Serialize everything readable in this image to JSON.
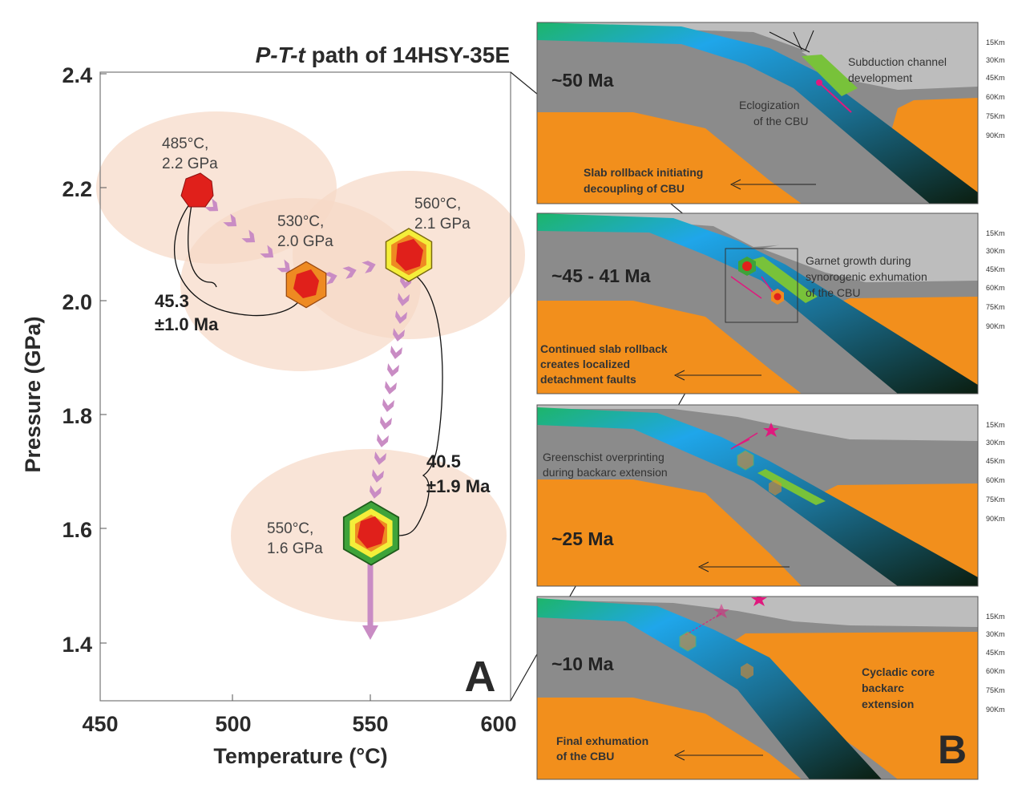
{
  "panel_a": {
    "title_italic": "P-T-t",
    "title_rest": " path of 14HSY-35E",
    "letter": "A",
    "xlabel": "Temperature (°C)",
    "ylabel": "Pressure (GPa)",
    "xticks": [
      "450",
      "500",
      "550",
      "600"
    ],
    "yticks": [
      "2.4",
      "2.2",
      "2.0",
      "1.8",
      "1.6",
      "1.4"
    ],
    "points": [
      {
        "t": "485°C,",
        "p": "2.2 GPa"
      },
      {
        "t": "530°C,",
        "p": "2.0 GPa"
      },
      {
        "t": "560°C,",
        "p": "2.1 GPa"
      },
      {
        "t": "550°C,",
        "p": "1.6 GPa"
      }
    ],
    "ages": [
      {
        "age": "45.3",
        "err": "±1.0 Ma"
      },
      {
        "age": "40.5",
        "err": "±1.9 Ma"
      }
    ],
    "colors": {
      "ellipse": "#f7d9c6",
      "arrow": "#c98cc4",
      "red": "#e0201b",
      "orange": "#ee8a22",
      "yellow": "#f4ee3a",
      "green": "#3ea33a"
    }
  },
  "panel_b": {
    "letter": "B",
    "depths": [
      "15Km",
      "30Km",
      "45Km",
      "60Km",
      "75Km",
      "90Km"
    ],
    "panels": [
      {
        "age": "~50 Ma",
        "labels": [
          "Subduction channel",
          "development",
          "Eclogization",
          "of the CBU",
          "Slab rollback initiating",
          "decoupling of CBU"
        ]
      },
      {
        "age": "~45 - 41 Ma",
        "labels": [
          "Garnet growth during",
          "synorogenic exhumation",
          "of the CBU",
          "Continued slab rollback",
          "creates localized",
          "detachment faults"
        ]
      },
      {
        "age": "~25 Ma",
        "labels": [
          "Greenschist overprinting",
          "during backarc extension"
        ]
      },
      {
        "age": "~10 Ma",
        "labels": [
          "Cycladic core",
          "backarc",
          "extension",
          "Final exhumation",
          "of the CBU"
        ]
      }
    ],
    "colors": {
      "mantle": "#8b8b8b",
      "crust": "#bdbdbd",
      "orange": "#f28f1c",
      "slab": "#1fa3e8",
      "magenta": "#e0197e"
    }
  }
}
